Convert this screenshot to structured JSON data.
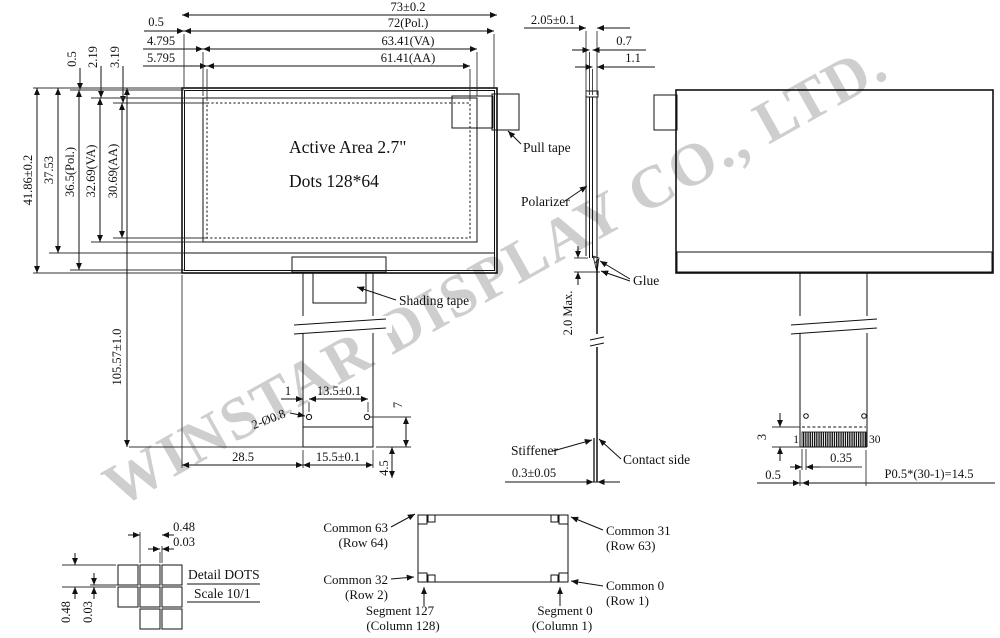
{
  "watermark": "WINSTAR DISPLAY CO., LTD.",
  "front_view": {
    "dim_width_outline": "73±0.2",
    "dim_width_pol": "72(Pol.)",
    "dim_width_va": "63.41(VA)",
    "dim_width_aa": "61.41(AA)",
    "dim_offset_pol_x": "0.5",
    "dim_offset_va_x": "4.795",
    "dim_offset_aa_x": "5.795",
    "dim_offset_pol_y": "0.5",
    "dim_offset_va_y": "2.19",
    "dim_offset_aa_y": "3.19",
    "dim_height_outline": "41.86±0.2",
    "dim_height_glass": "37.53",
    "dim_height_pol": "36.5(Pol.)",
    "dim_height_va": "32.69(VA)",
    "dim_height_aa": "30.69(AA)",
    "active_area_title": "Active Area 2.7\"",
    "active_area_dots": "Dots 128*64",
    "pull_tape_label": "Pull tape",
    "shading_tape_label": "Shading tape",
    "dim_total_length": "105.57±1.0",
    "dim_fpc_offset": "28.5",
    "dim_fpc_width": "15.5±0.1",
    "dim_hole_span": "13.5±0.1",
    "dim_hole_edge": "1",
    "dim_holes": "2-Ø0.8",
    "dim_hole_to_end": "7",
    "dim_contact_len": "4.5"
  },
  "side_view": {
    "dim_thickness": "2.05±0.1",
    "dim_glass": "0.7",
    "dim_cell": "1.1",
    "dim_glue_max": "2.0 Max.",
    "dim_fpc_thickness": "0.3±0.05",
    "polarizer_label": "Polarizer",
    "glue_label": "Glue",
    "stiffener_label": "Stiffener",
    "contact_side_label": "Contact side"
  },
  "back_view": {
    "pin_first": "1",
    "pin_last": "30",
    "dim_contact_height": "3",
    "dim_pin_width": "0.35",
    "dim_pin_margin": "0.5",
    "dim_pitch_formula": "P0.5*(30-1)=14.5"
  },
  "detail_dots": {
    "title": "Detail DOTS",
    "scale": "Scale 10/1",
    "dim_pitch_h": "0.48",
    "dim_gap_h": "0.03",
    "dim_pitch_v": "0.48",
    "dim_gap_v": "0.03"
  },
  "mapping": {
    "top_left_line1": "Common 63",
    "top_left_line2": "(Row 64)",
    "top_right_line1": "Common 31",
    "top_right_line2": "(Row 63)",
    "bottom_left_line1": "Common 32",
    "bottom_left_line2": "(Row 2)",
    "bottom_right_line1": "Common 0",
    "bottom_right_line2": "(Row 1)",
    "segment_left_line1": "Segment 127",
    "segment_left_line2": "(Column 128)",
    "segment_right_line1": "Segment 0",
    "segment_right_line2": "(Column 1)"
  }
}
